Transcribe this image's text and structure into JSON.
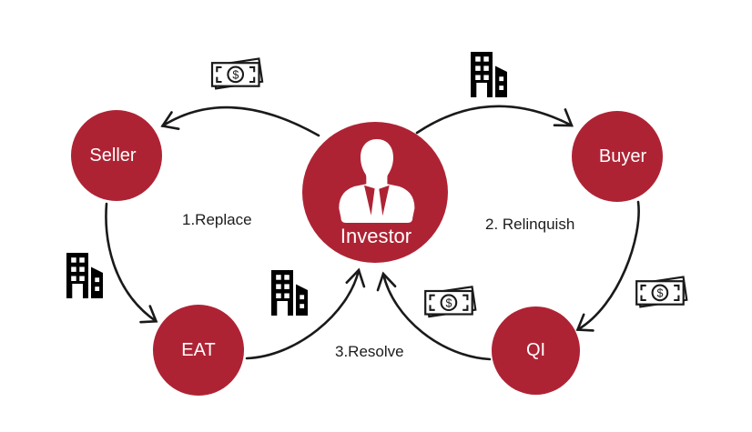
{
  "diagram": {
    "type": "flow-diagram",
    "description": "Circular exchange flow between Investor, Seller, Buyer, EAT and QI"
  },
  "colors": {
    "background": "#ffffff",
    "node_fill": "#ae2334",
    "node_text": "#ffffff",
    "label_text": "#1c1c1c",
    "line": "#1a1a1a",
    "icon": "#000000"
  },
  "nodes": {
    "investor": {
      "label": "Investor"
    },
    "seller": {
      "label": "Seller"
    },
    "buyer": {
      "label": "Buyer"
    },
    "eat": {
      "label": "EAT"
    },
    "qi": {
      "label": "QI"
    }
  },
  "steps": {
    "replace": "1.Replace",
    "relinquish": "2. Relinquish",
    "resolve": "3.Resolve"
  },
  "edges": [
    {
      "from": "investor",
      "to": "seller",
      "icon": "money-bills-icon"
    },
    {
      "from": "investor",
      "to": "buyer",
      "icon": "office-building-icon"
    },
    {
      "from": "seller",
      "to": "eat",
      "icon": "office-building-icon"
    },
    {
      "from": "eat",
      "to": "investor",
      "icon": "office-building-icon"
    },
    {
      "from": "qi",
      "to": "investor",
      "icon": "money-bills-icon"
    },
    {
      "from": "buyer",
      "to": "qi",
      "icon": "money-bills-icon"
    }
  ],
  "icons": {
    "money": "money-bills-icon",
    "building": "office-building-icon",
    "person": "businessman-avatar-icon"
  }
}
